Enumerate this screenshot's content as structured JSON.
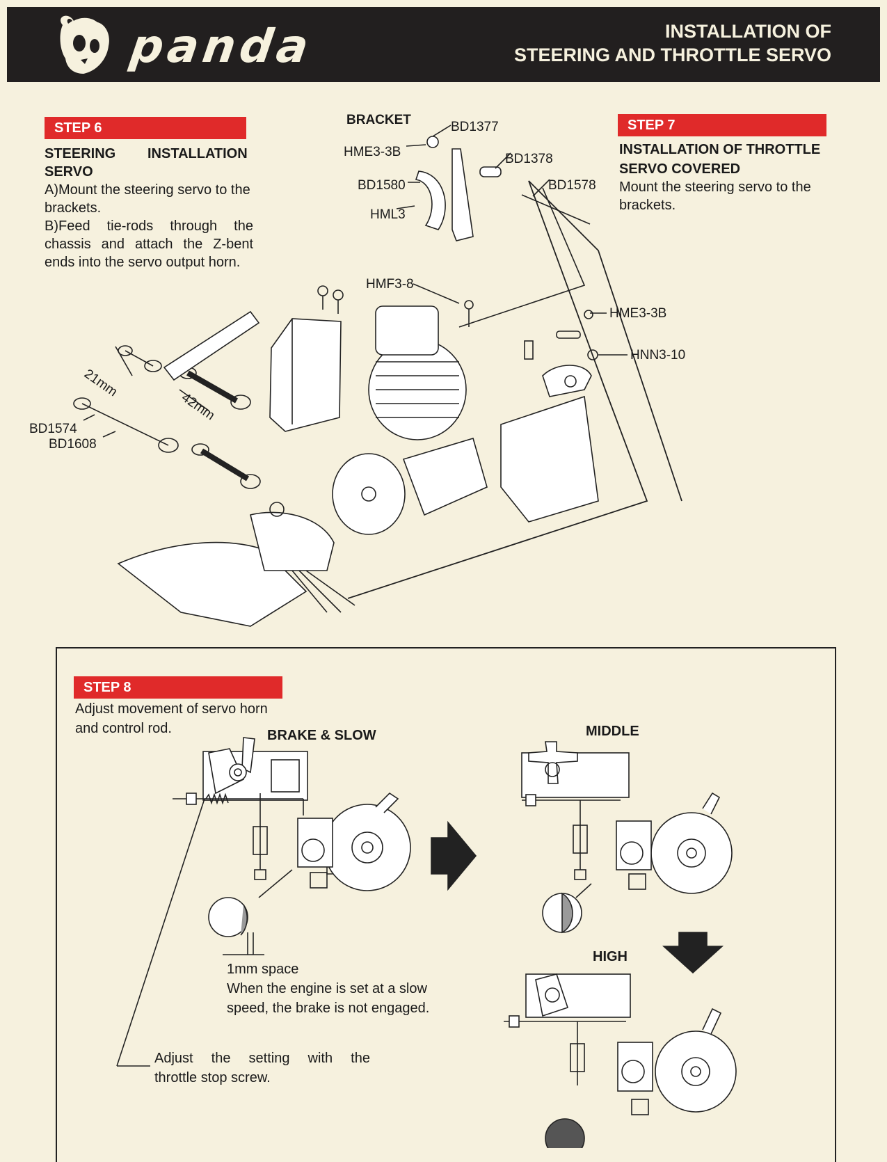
{
  "header": {
    "brand": "panda",
    "title_line1": "INSTALLATION OF",
    "title_line2": "STEERING AND THROTTLE SERVO"
  },
  "step6": {
    "badge": "STEP 6",
    "heading_word1": "STEERING",
    "heading_word2": "INSTALLATION",
    "heading_word3": "SERVO",
    "item_a": "A)Mount the steering servo to the brackets.",
    "item_b": "B)Feed tie-rods through the chassis and attach the Z-bent ends into the servo output horn."
  },
  "step7": {
    "badge": "STEP 7",
    "heading_line1": "INSTALLATION OF THROTTLE",
    "heading_line2": "SERVO COVERED",
    "body": "Mount the steering servo to the brackets."
  },
  "diagram_top": {
    "bracket_label": "BRACKET",
    "labels": {
      "bd1377": "BD1377",
      "hme3_3b_top": "HME3-3B",
      "bd1378": "BD1378",
      "bd1580": "BD1580",
      "bd1578": "BD1578",
      "hml3": "HML3",
      "hmf3_8": "HMF3-8",
      "hme3_3b_right": "HME3-3B",
      "hnn3_10": "HNN3-10",
      "len21": "21mm",
      "len42": "42mm",
      "bd1574": "BD1574",
      "bd1608": "BD1608"
    }
  },
  "step8": {
    "badge": "STEP 8",
    "body_line1": "Adjust movement of servo horn",
    "body_line2": "and control rod.",
    "brake_slow": "BRAKE & SLOW",
    "middle": "MIDDLE",
    "high": "HIGH",
    "space_label": "1mm space",
    "note_line1": "When the engine is set at a slow",
    "note_line2": "speed, the brake is not engaged.",
    "adjust_line1": "Adjust the setting with the",
    "adjust_line2": "throttle stop screw."
  }
}
